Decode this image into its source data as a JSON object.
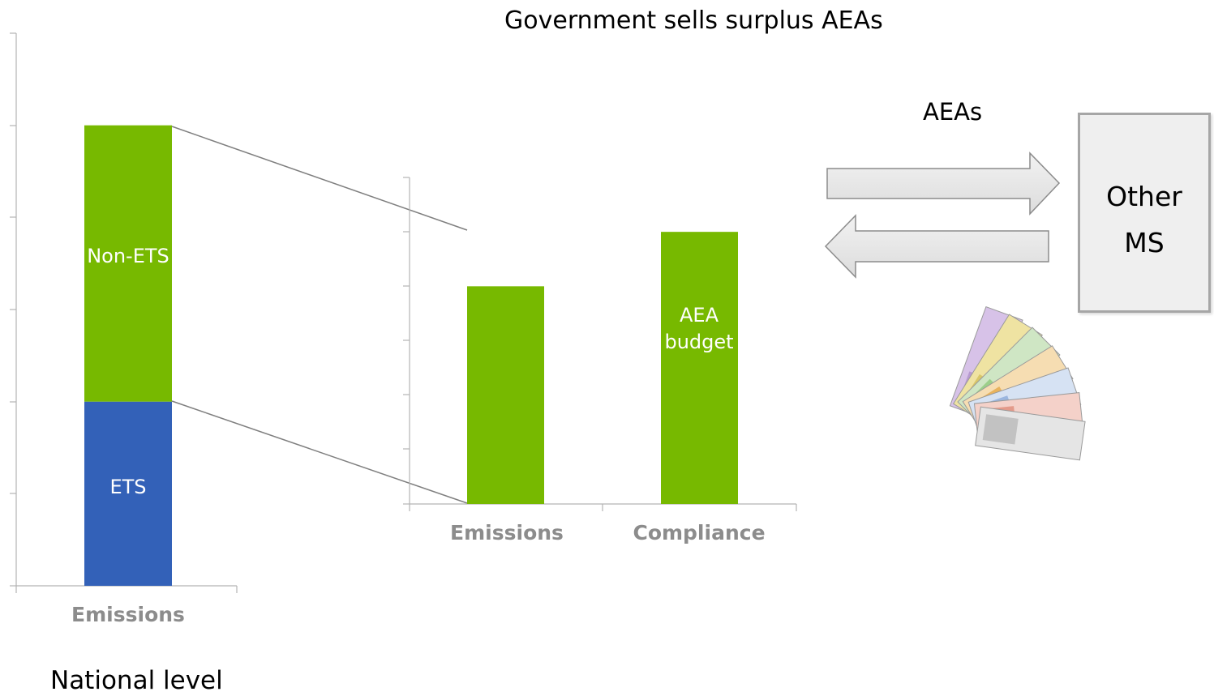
{
  "title": "Government sells surplus AEAs",
  "footer_label": "National level",
  "flow_label": "AEAs",
  "counterparty": "Other\nMS",
  "icons": {
    "money": "euro-banknotes-icon",
    "send": "arrow-right-icon",
    "receive": "arrow-left-icon"
  },
  "colors": {
    "non_ets": "#77b900",
    "ets": "#3361b8",
    "aea": "#77b900",
    "axis": "#b3b3b3",
    "category_text": "#8c8c8c"
  },
  "chart_data": [
    {
      "type": "bar",
      "stacked": true,
      "categories": [
        "Emissions"
      ],
      "series": [
        {
          "name": "ETS",
          "values": [
            2
          ]
        },
        {
          "name": "Non-ETS",
          "values": [
            3
          ]
        }
      ],
      "ylim": [
        0,
        6
      ]
    },
    {
      "type": "bar",
      "categories": [
        "Emissions",
        "Compliance"
      ],
      "values": [
        4,
        5
      ],
      "bar_labels": [
        "",
        "AEA budget"
      ],
      "ylim": [
        0,
        6
      ]
    }
  ]
}
